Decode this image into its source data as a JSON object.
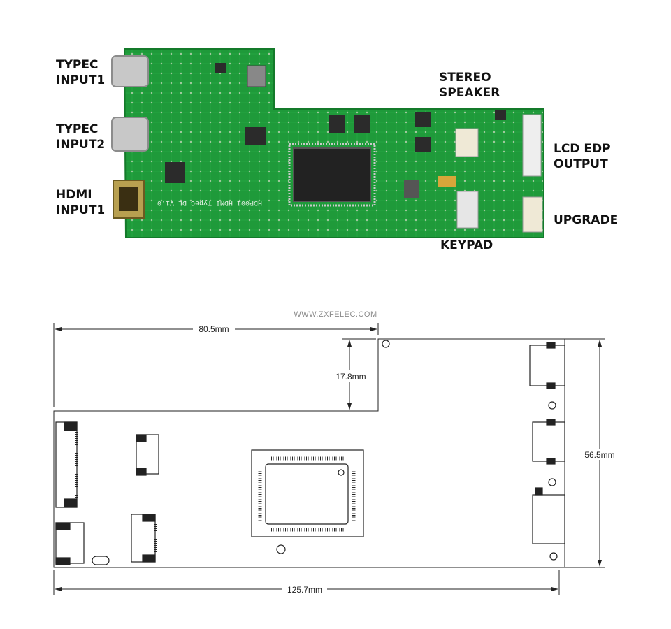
{
  "photo_labels": {
    "typec1": [
      "TYPEC",
      "INPUT1"
    ],
    "typec2": [
      "TYPEC",
      "INPUT2"
    ],
    "hdmi1": [
      "HDMI",
      "INPUT1"
    ],
    "speaker": [
      "STEREO",
      "SPEAKER"
    ],
    "lcd": [
      "LCD EDP",
      "OUTPUT"
    ],
    "upgrade": "UPGRADE",
    "keypad": "KEYPAD"
  },
  "board_silkscreen": "HDP001_HDMI_TypeC_DL_V1.0",
  "watermark": "WWW.ZXFELEC.COM",
  "dimensions": {
    "top_width": "80.5mm",
    "notch_height": "17.8mm",
    "total_height": "56.5mm",
    "total_width": "125.7mm"
  },
  "colors": {
    "pcb": "#1f9a3a",
    "pcb_dark": "#157a2b",
    "chip": "#2b2b2b"
  }
}
